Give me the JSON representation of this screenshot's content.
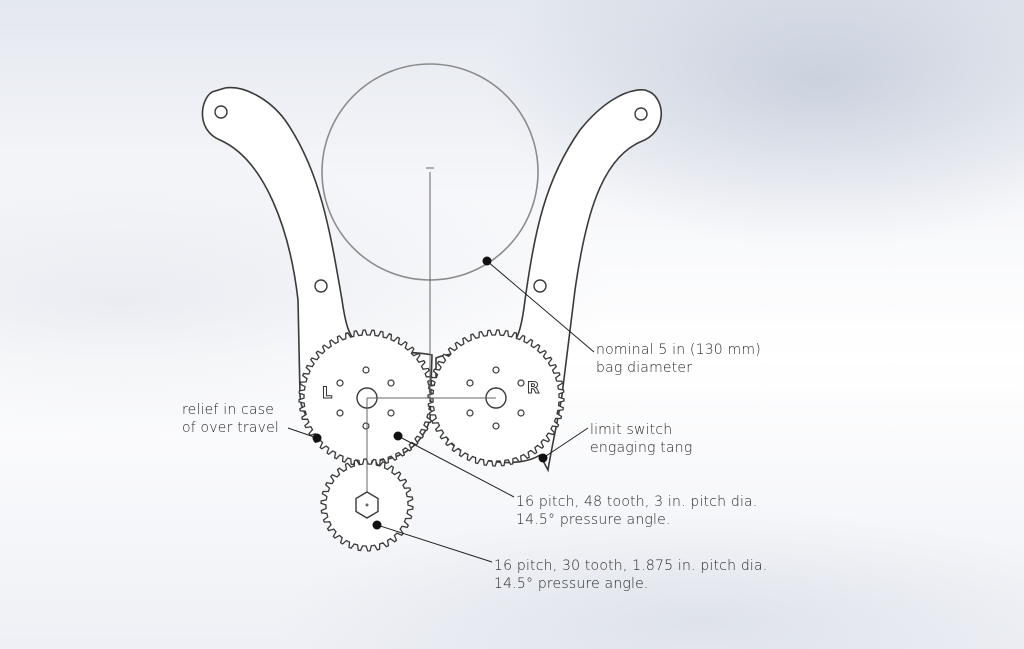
{
  "annotations": {
    "bag": [
      "nominal 5 in (130 mm)",
      "bag diameter"
    ],
    "limit_switch": [
      "limit switch",
      "engaging tang"
    ],
    "relief": [
      "relief in case",
      "of over travel"
    ],
    "large_gear": [
      "16 pitch, 48 tooth, 3 in. pitch dia.",
      "14.5° pressure angle."
    ],
    "small_gear": [
      "16 pitch, 30 tooth, 1.875 in. pitch dia.",
      "14.5° pressure angle."
    ]
  },
  "part_marks": {
    "left": "L",
    "right": "R"
  },
  "colors": {
    "outline": "#3a3a3a",
    "part_fill": "#ffffff",
    "bag_circle": "#8c8c8c",
    "leader": "#222222"
  }
}
